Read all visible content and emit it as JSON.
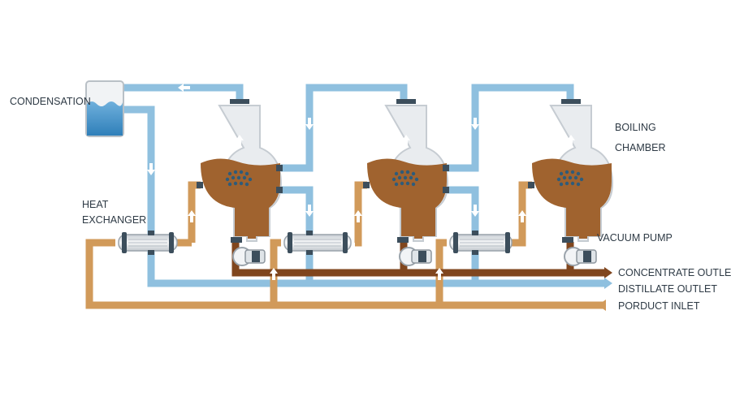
{
  "labels": {
    "condensation": "CONDENSATION",
    "heat_exchanger": [
      "HEAT",
      "EXCHANGER"
    ],
    "boiling_chamber": [
      "BOILING",
      "CHAMBER"
    ],
    "vacuum_pump": "VACUUM PUMP",
    "concentrate_outlet": "CONCENTRATE OUTLET",
    "distillate_outlet": "DISTILLATE OUTLET",
    "product_inlet": "PORDUCT INLET"
  },
  "colors": {
    "distillate": "#8fc0df",
    "product": "#d19a5a",
    "concentrate": "#80461e",
    "liquid": "#a0632f",
    "glass": "#e6eaee",
    "glass_outline": "#b9c0c6",
    "coil_dots": "#2e5b7a",
    "condenser_water": "#3e8fc8"
  },
  "icons": {
    "flow_arrow": "arrow-icon",
    "pump": "pump-icon",
    "boiling_bubbles": "bubbles-icon"
  }
}
